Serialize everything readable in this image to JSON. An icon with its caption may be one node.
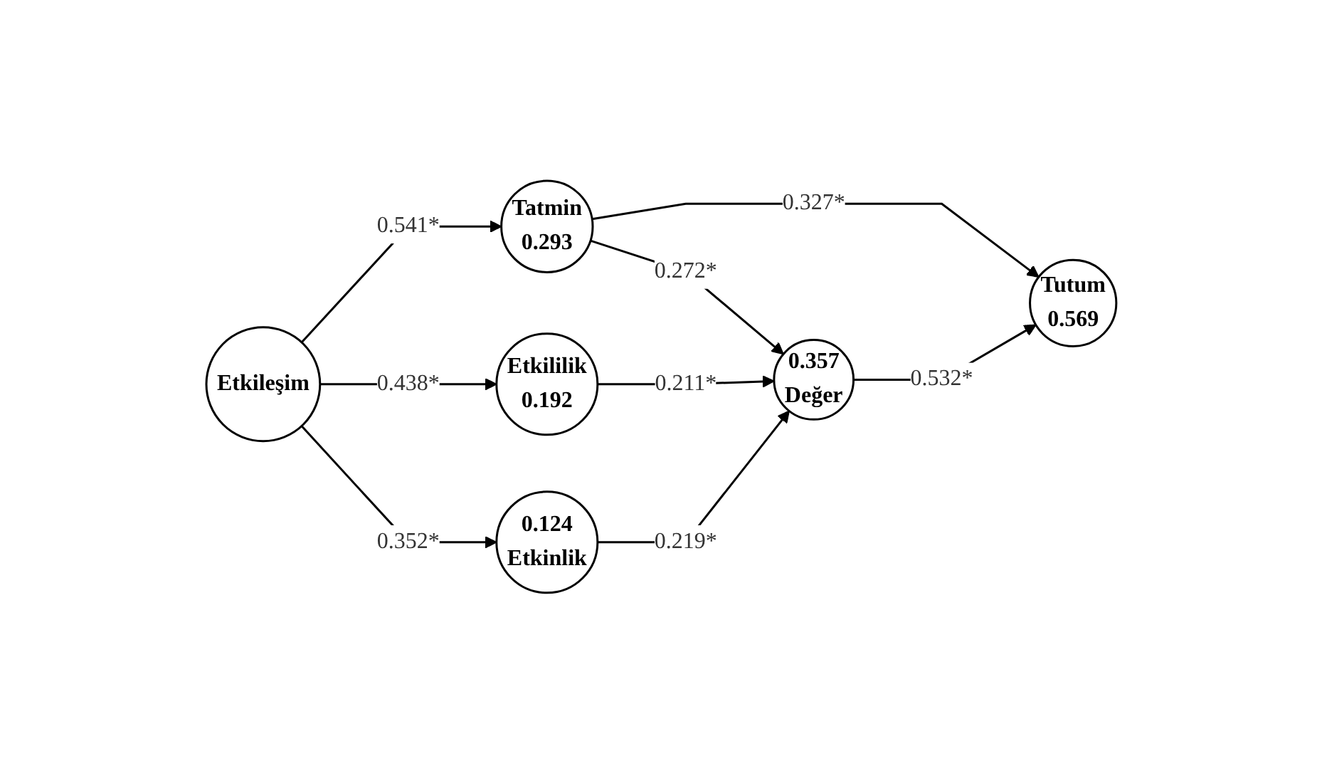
{
  "diagram": {
    "nodes": [
      {
        "text": [
          "Etkileşim"
        ]
      },
      {
        "text": [
          "Tatmin",
          "0.293"
        ]
      },
      {
        "text": [
          "Etkililik",
          "0.192"
        ]
      },
      {
        "text": [
          "0.124",
          "Etkinlik"
        ]
      },
      {
        "text": [
          "0.357",
          "Değer"
        ]
      },
      {
        "text": [
          "Tutum",
          "0.569"
        ]
      }
    ],
    "edges": [
      {
        "from": 0,
        "to": 1,
        "arrow": "to",
        "label": "0.541*"
      },
      {
        "from": 0,
        "to": 2,
        "arrow": "to",
        "label": "0.438*"
      },
      {
        "from": 0,
        "to": 3,
        "arrow": "to",
        "label": "0.352*"
      },
      {
        "from": 1,
        "to": 4,
        "arrow": "to",
        "label": "0.272*"
      },
      {
        "from": 1,
        "to": 5,
        "arrow": "to",
        "label": "0.327*"
      },
      {
        "from": 2,
        "to": 4,
        "arrow": "to",
        "label": "0.211*"
      },
      {
        "from": 3,
        "to": 4,
        "arrow": "to",
        "label": "0.219*"
      },
      {
        "from": 4,
        "to": 5,
        "arrow": "to",
        "label": "0.532*"
      }
    ]
  }
}
